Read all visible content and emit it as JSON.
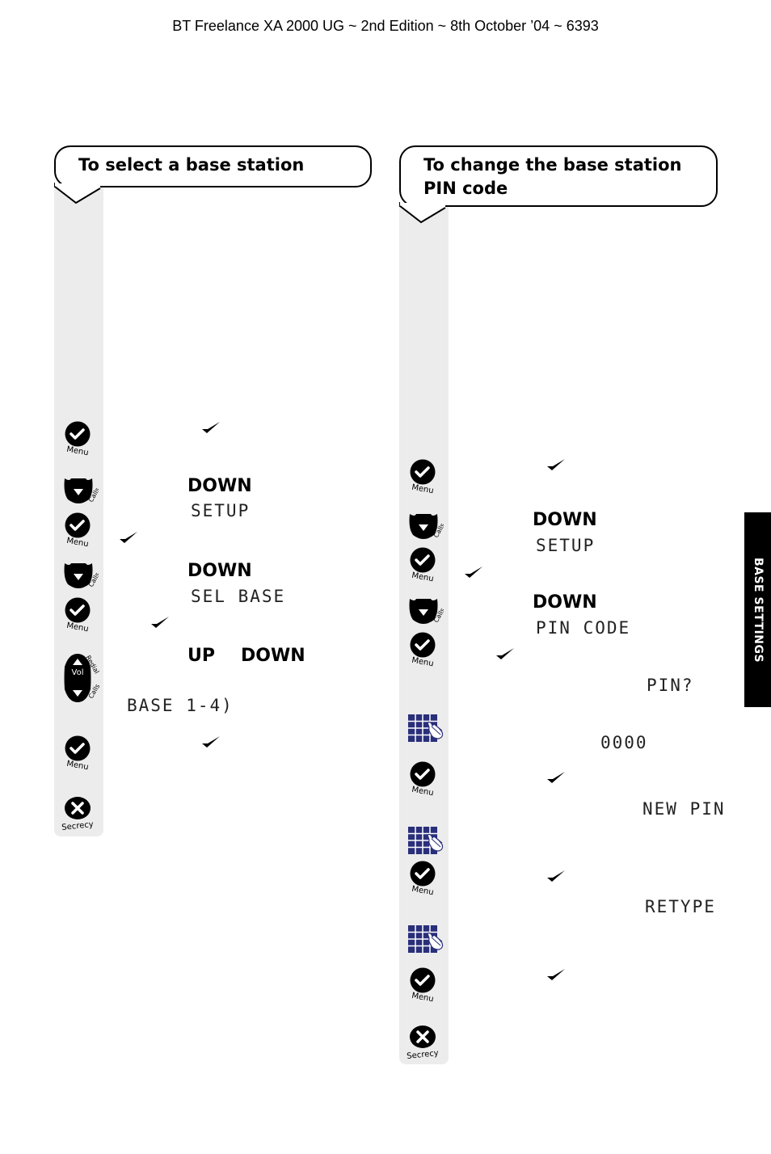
{
  "header": {
    "text": "BT Freelance XA 2000 UG ~ 2nd Edition ~ 8th October ’04 ~ 6393"
  },
  "side_tab": {
    "label": "BASE SETTINGS"
  },
  "left": {
    "title": "To select a base station",
    "icon_labels": {
      "menu": "Menu",
      "calls": "Calls",
      "vol": "Vol",
      "redial": "Redial",
      "secrecy": "Secrecy"
    },
    "keys": {
      "down1": "DOWN",
      "down2": "DOWN",
      "up": "UP",
      "down3": "DOWN"
    },
    "displays": {
      "setup": "SETUP",
      "sel_base": "SEL BASE",
      "base_range": "BASE 1-4)"
    }
  },
  "right": {
    "title_line1": "To change the base station",
    "title_line2": "PIN code",
    "icon_labels": {
      "menu": "Menu",
      "calls": "Calls",
      "secrecy": "Secrecy"
    },
    "keys": {
      "down1": "DOWN",
      "down2": "DOWN"
    },
    "displays": {
      "setup": "SETUP",
      "pin_code": "PIN CODE",
      "pin_prompt": "PIN?",
      "default_pin": "0000",
      "new_pin": "NEW PIN",
      "retype": "RETYPE"
    }
  },
  "icons": [
    "menu-icon",
    "calls-down-icon",
    "volume-rocker-icon",
    "secrecy-icon",
    "keypad-icon",
    "tick-icon"
  ]
}
